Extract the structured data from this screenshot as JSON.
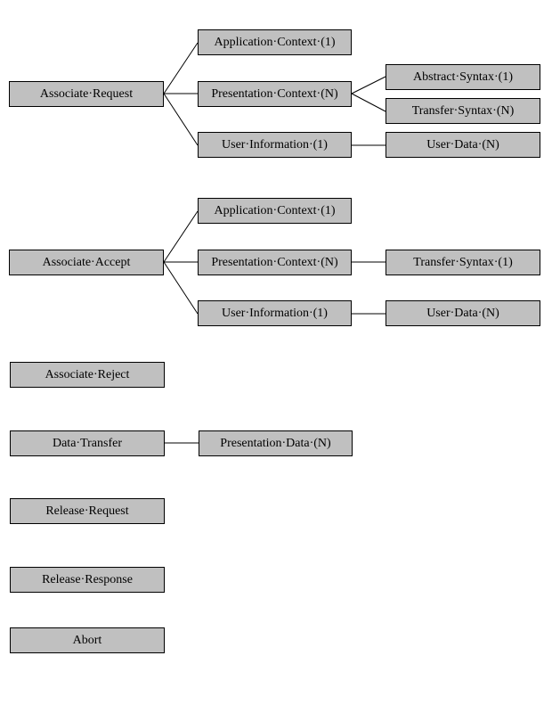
{
  "colors": {
    "box_fill": "#c0c0c0",
    "box_border": "#000000",
    "connector": "#000000",
    "background": "#ffffff"
  },
  "associate_request": {
    "root": "Associate·Request",
    "application_context": "Application·Context·(1)",
    "presentation_context": "Presentation·Context·(N)",
    "abstract_syntax": "Abstract·Syntax·(1)",
    "transfer_syntax": "Transfer·Syntax·(N)",
    "user_information": "User·Information·(1)",
    "user_data": "User·Data·(N)"
  },
  "associate_accept": {
    "root": "Associate·Accept",
    "application_context": "Application·Context·(1)",
    "presentation_context": "Presentation·Context·(N)",
    "transfer_syntax": "Transfer·Syntax·(1)",
    "user_information": "User·Information·(1)",
    "user_data": "User·Data·(N)"
  },
  "associate_reject": {
    "root": "Associate·Reject"
  },
  "data_transfer": {
    "root": "Data·Transfer",
    "presentation_data": "Presentation·Data·(N)"
  },
  "release_request": {
    "root": "Release·Request"
  },
  "release_response": {
    "root": "Release·Response"
  },
  "abort": {
    "root": "Abort"
  }
}
